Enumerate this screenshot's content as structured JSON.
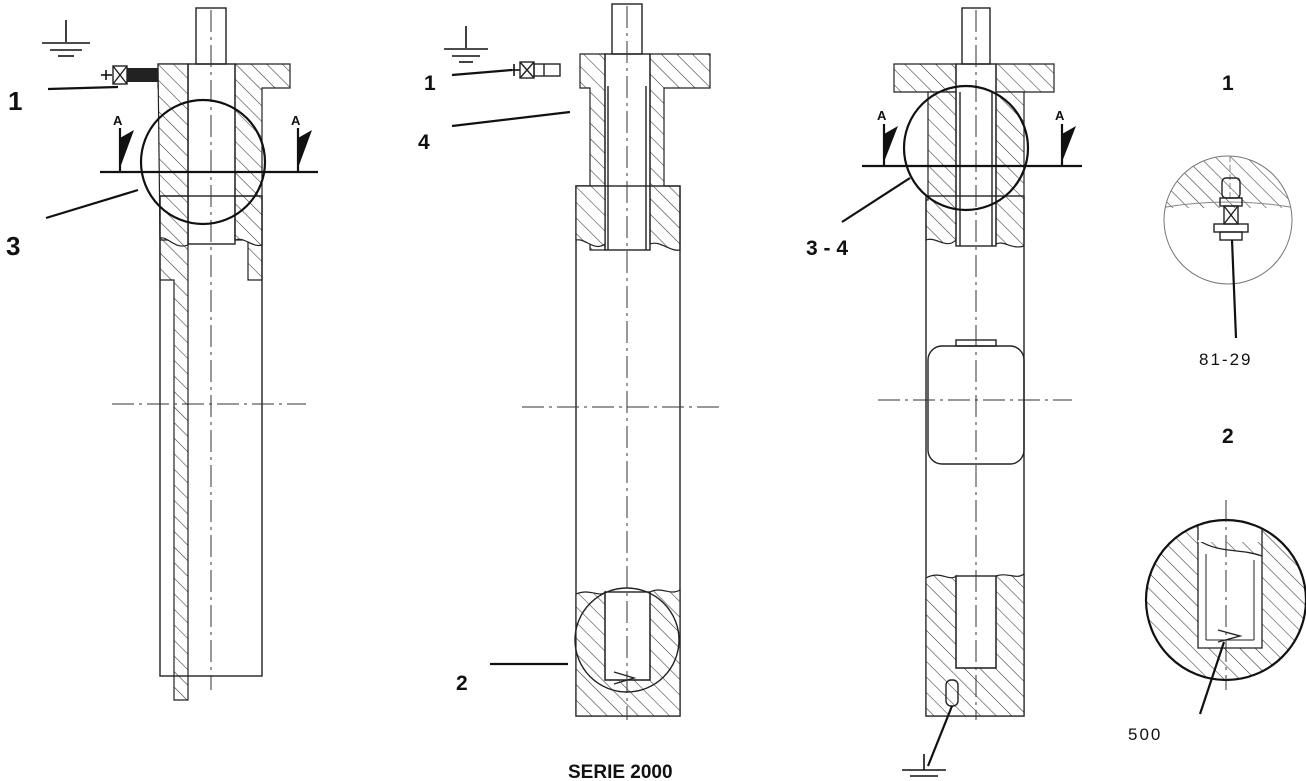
{
  "title": "SERIE 2000",
  "callouts": {
    "v1_item1": "1",
    "v1_item3": "3",
    "v2_item1": "1",
    "v2_item4": "4",
    "v2_item2": "2",
    "v3_item34": "3 - 4",
    "detail1_title": "1",
    "detail1_part": "81-29",
    "detail2_title": "2",
    "detail2_part": "500"
  },
  "section_marks": {
    "v1_left": "A",
    "v1_right": "A",
    "v3_left": "A",
    "v3_right": "A"
  },
  "icons": [
    "ground-symbol",
    "bolt-assembly",
    "section-arrow"
  ]
}
